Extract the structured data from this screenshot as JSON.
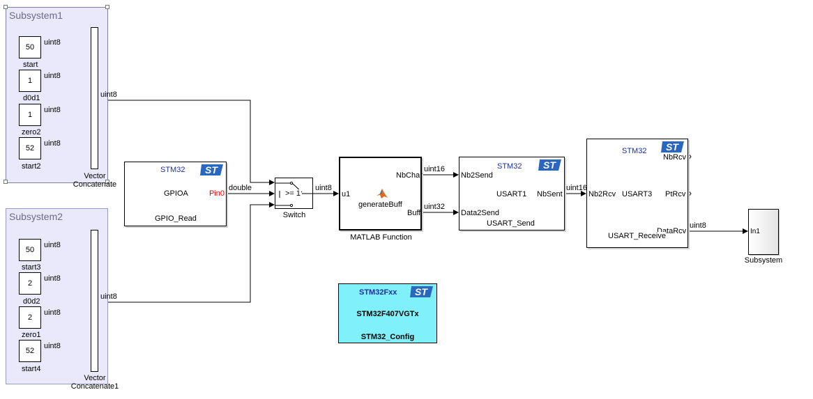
{
  "subsystem1": {
    "title": "Subsystem1",
    "constants": [
      {
        "value": "50",
        "name": "start",
        "type": "uint8"
      },
      {
        "value": "1",
        "name": "d0d1",
        "type": "uint8"
      },
      {
        "value": "1",
        "name": "zero2",
        "type": "uint8"
      },
      {
        "value": "52",
        "name": "start2",
        "type": "uint8"
      }
    ],
    "out_type": "uint8",
    "mux_label_1": "Vector",
    "mux_label_2": "Concatenate"
  },
  "subsystem2": {
    "title": "Subsystem2",
    "constants": [
      {
        "value": "50",
        "name": "start3",
        "type": "uint8"
      },
      {
        "value": "2",
        "name": "d0d2",
        "type": "uint8"
      },
      {
        "value": "2",
        "name": "zero1",
        "type": "uint8"
      },
      {
        "value": "52",
        "name": "start4",
        "type": "uint8"
      }
    ],
    "out_type": "uint8",
    "mux_label_1": "Vector",
    "mux_label_2": "Concatenate1"
  },
  "gpio": {
    "header": "STM32",
    "port": "GPIOA",
    "pin": "Pin0",
    "name": "GPIO_Read",
    "out_type": "double"
  },
  "switch": {
    "criterion": ">= 1",
    "name": "Switch",
    "out_type": "uint8"
  },
  "matlab_fn": {
    "in_port": "u1",
    "out_port_1": "NbChar",
    "out_port_2": "Buff",
    "function": "generateBuff",
    "name": "MATLAB Function"
  },
  "usart_send": {
    "header": "STM32",
    "in_port_1": "Nb2Send",
    "in_port_2": "Data2Send",
    "usart": "USART1",
    "out_port": "NbSent",
    "name": "USART_Send",
    "in_type_1": "uint16",
    "in_type_2": "uint32"
  },
  "usart_receive": {
    "header": "STM32",
    "in_port": "Nb2Rcv",
    "usart": "USART3",
    "out_port_1": "NbRcv",
    "out_port_2": "PtRcv",
    "out_port_3": "DataRcv",
    "name": "USART_Receive",
    "in_type": "uint16",
    "out_type": "uint8"
  },
  "subsystem": {
    "in_port": "In1",
    "name": "Subsystem"
  },
  "config": {
    "family": "STM32Fxx",
    "mcu": "STM32F407VGTx",
    "name": "STM32_Config"
  },
  "colors": {
    "area_fill": "#e9e9fb",
    "config_fill": "#80f0fb",
    "stm_blue": "#1d2fa0",
    "logo_blue": "#2a67c0",
    "pin_red": "#e00000"
  },
  "icons": [
    "st-logo-icon",
    "matlab-logo-icon"
  ]
}
